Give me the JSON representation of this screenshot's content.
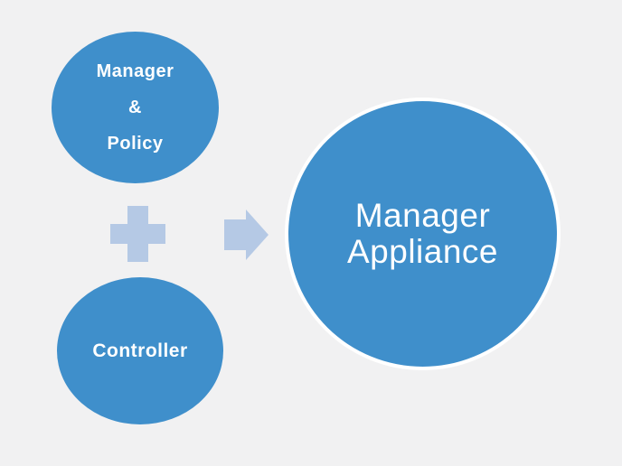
{
  "diagram": {
    "left_top_circle": {
      "lines": [
        "Manager",
        "&",
        "Policy"
      ]
    },
    "left_bottom_circle": {
      "label": "Controller"
    },
    "right_circle": {
      "lines": [
        "Manager",
        "Appliance"
      ]
    },
    "icons": {
      "plus": "plus-icon",
      "arrow": "arrow-right-icon"
    }
  },
  "colors": {
    "background": "#f1f1f2",
    "circle-blue": "#3f8fcb",
    "connector-blue": "#b5c9e5",
    "ring-white": "#ffffff",
    "text-white": "#ffffff"
  }
}
